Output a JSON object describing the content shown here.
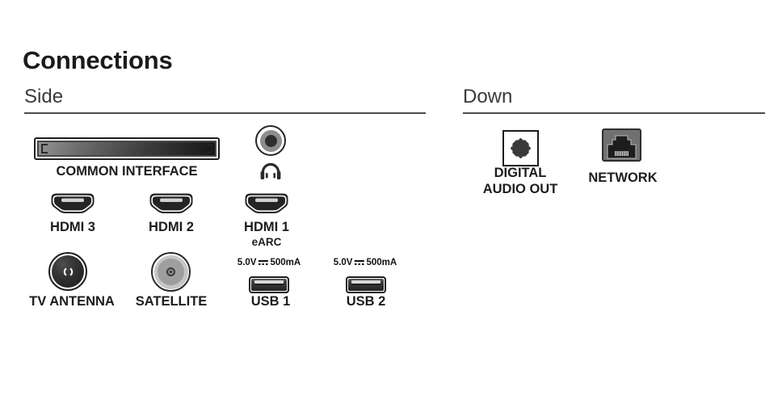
{
  "title": "Connections",
  "sections": {
    "side": {
      "heading": "Side"
    },
    "down": {
      "heading": "Down"
    }
  },
  "ports": {
    "common_interface": {
      "label": "COMMON INTERFACE",
      "icon": "common-interface-slot"
    },
    "headphone": {
      "icon": "headphones"
    },
    "hdmi3": {
      "label": "HDMI 3"
    },
    "hdmi2": {
      "label": "HDMI 2"
    },
    "hdmi1": {
      "label": "HDMI 1",
      "sublabel": "eARC"
    },
    "tv_antenna": {
      "label": "TV ANTENNA"
    },
    "satellite": {
      "label": "SATELLITE"
    },
    "usb1": {
      "label": "USB 1",
      "power": {
        "voltage": "5.0V",
        "current": "500mA"
      }
    },
    "usb2": {
      "label": "USB 2",
      "power": {
        "voltage": "5.0V",
        "current": "500mA"
      }
    },
    "digital_audio_out": {
      "label_lines": [
        "DIGITAL",
        "AUDIO OUT"
      ]
    },
    "network": {
      "label": "NETWORK"
    }
  },
  "colors": {
    "background": "#ffffff",
    "text": "#1d1d1d",
    "heading_text": "#3a3a3a",
    "rule": "#4c4c4c",
    "port_dark": "#242424",
    "port_gray": "#9e9e9e"
  }
}
